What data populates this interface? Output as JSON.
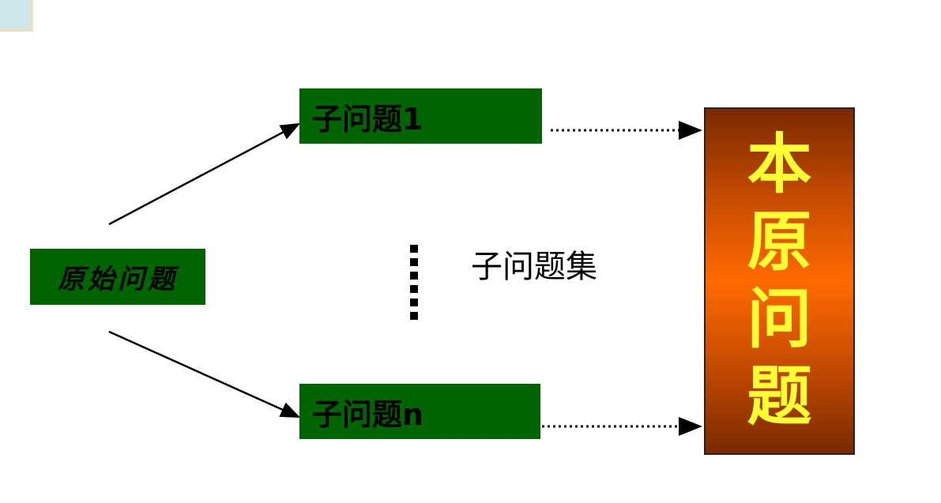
{
  "diagram": {
    "original_problem": "原始问题",
    "subproblem_1": "子问题1",
    "subproblem_n": "子问题n",
    "subproblem_set": "子问题集",
    "main_problem_chars": [
      "本",
      "原",
      "问",
      "题"
    ]
  },
  "colors": {
    "box_green": "#006400",
    "main_text_yellow": "#ffff33",
    "main_gradient_center": "#ff6a00",
    "main_gradient_edge": "#7a2a00"
  }
}
